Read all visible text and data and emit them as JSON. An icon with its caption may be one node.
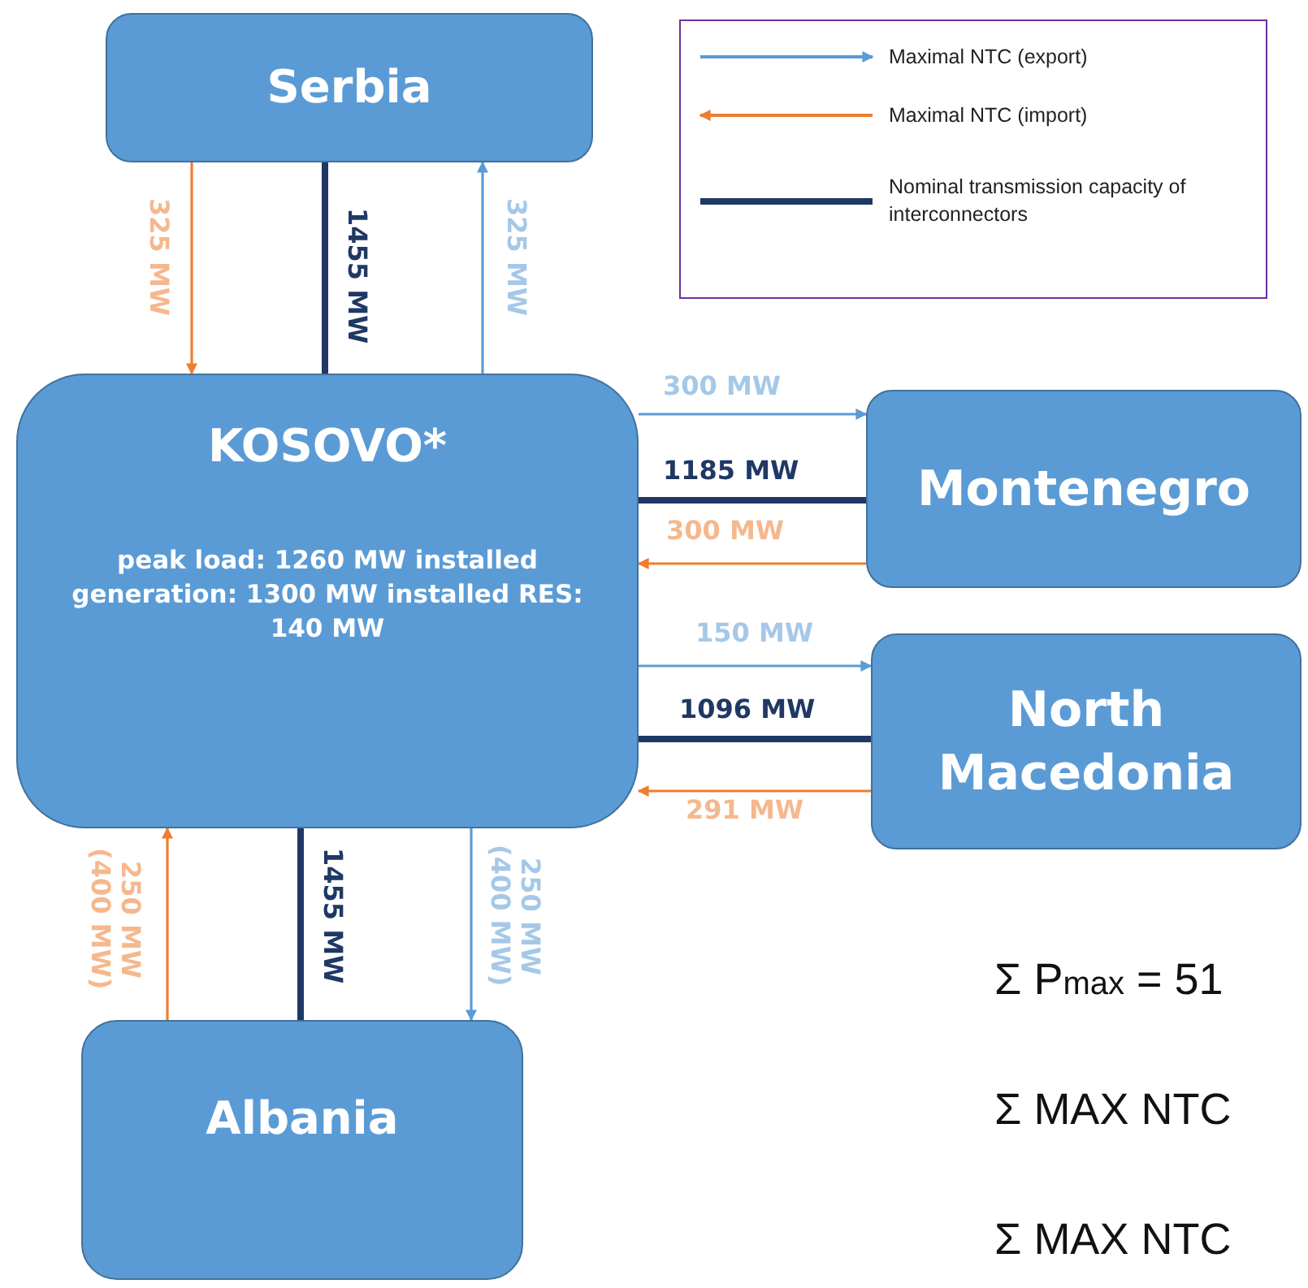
{
  "diagram": {
    "nodes": [
      {
        "text": [
          "Serbia"
        ]
      },
      {
        "text": [
          "KOSOVO*",
          "peak load: 1260 MW installed generation: 1300 MW installed RES: 140 MW"
        ]
      },
      {
        "text": [
          "Montenegro"
        ]
      },
      {
        "text": [
          "North Macedonia"
        ]
      },
      {
        "text": [
          "Albania"
        ]
      }
    ],
    "edges": [
      {
        "from": 0,
        "to": 1,
        "arrow": "to",
        "label": "325 MW",
        "color": "#ed7d31"
      },
      {
        "from": 0,
        "to": 1,
        "arrow": "none",
        "label": "1455 MW",
        "style": "thick",
        "color": "#1f3864"
      },
      {
        "from": 1,
        "to": 0,
        "arrow": "to",
        "label": "325 MW",
        "color": "#5b9bd5"
      },
      {
        "from": 1,
        "to": 2,
        "arrow": "to",
        "label": "300 MW",
        "color": "#5b9bd5"
      },
      {
        "from": 1,
        "to": 2,
        "arrow": "none",
        "label": "1185 MW",
        "style": "thick",
        "color": "#1f3864"
      },
      {
        "from": 2,
        "to": 1,
        "arrow": "to",
        "label": "300 MW",
        "color": "#ed7d31"
      },
      {
        "from": 1,
        "to": 3,
        "arrow": "to",
        "label": "150 MW",
        "color": "#5b9bd5"
      },
      {
        "from": 1,
        "to": 3,
        "arrow": "none",
        "label": "1096 MW",
        "style": "thick",
        "color": "#1f3864"
      },
      {
        "from": 3,
        "to": 1,
        "arrow": "to",
        "label": "291 MW",
        "color": "#ed7d31"
      },
      {
        "from": 4,
        "to": 1,
        "arrow": "to",
        "label": "250 MW (400 MW)",
        "color": "#ed7d31"
      },
      {
        "from": 4,
        "to": 1,
        "arrow": "none",
        "label": "1455 MW",
        "style": "thick",
        "color": "#1f3864"
      },
      {
        "from": 1,
        "to": 4,
        "arrow": "to",
        "label": "250 MW (400 MW)",
        "color": "#5b9bd5"
      }
    ],
    "labels": [
      "Σ P$_{max}$ = 51",
      "Σ MAX NTC",
      "Σ MAX NTC"
    ],
    "legend": [
      {
        "text": "Maximal NTC (export)"
      },
      {
        "text": "Maximal NTC (import)"
      },
      {
        "text": "Nominal transmission capacity of interconnectors"
      }
    ]
  }
}
